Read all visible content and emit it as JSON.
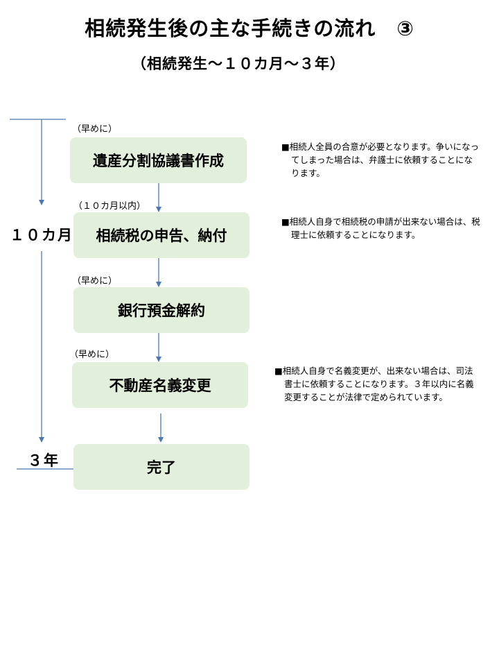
{
  "title": "相続発生後の主な手続きの流れ　③",
  "subtitle": "（相続発生～１０カ月～３年）",
  "timeline": {
    "label_10m": "１０カ月",
    "label_3y": "３年"
  },
  "steps": [
    {
      "timing": "（早めに）",
      "label": "遺産分割協議書作成"
    },
    {
      "timing": "（１０カ月以内）",
      "label": "相続税の申告、納付"
    },
    {
      "timing": "（早めに）",
      "label": "銀行預金解約"
    },
    {
      "timing": "（早めに）",
      "label": "不動産名義変更"
    },
    {
      "timing": "",
      "label": "完了"
    }
  ],
  "notes": [
    "■相続人全員の合意が必要となります。争いになってしまった場合は、弁護士に依頼することになります。",
    "■相続人自身で相続税の申請が出来ない場合は、税理士に依頼することになります。",
    "■相続人自身で名義変更が、出来ない場合は、司法書士に依頼することになります。３年以内に名義変更することが法律で定められています。"
  ],
  "colors": {
    "box_fill": "#e2efda",
    "line": "#4a7ab5",
    "text": "#000000"
  }
}
